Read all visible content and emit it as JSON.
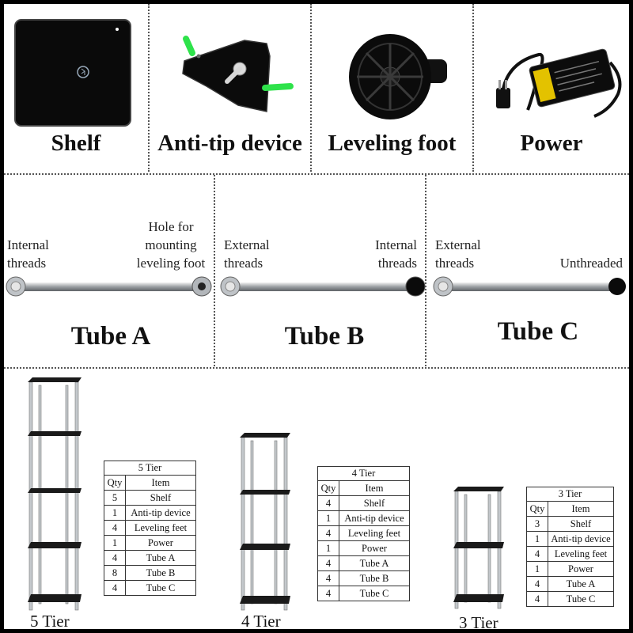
{
  "parts": [
    {
      "label": "Shelf",
      "icon": "shelf-panel-icon"
    },
    {
      "label": "Anti-tip device",
      "icon": "anti-tip-bracket-icon"
    },
    {
      "label": "Leveling foot",
      "icon": "leveling-foot-icon"
    },
    {
      "label": "Power",
      "icon": "power-adapter-icon"
    }
  ],
  "tubes": [
    {
      "title": "Tube A",
      "left_note": "Internal\nthreads",
      "right_note": "Hole for\nmounting\nleveling foot"
    },
    {
      "title": "Tube B",
      "left_note": "External\nthreads",
      "right_note": "Internal\nthreads"
    },
    {
      "title": "Tube C",
      "left_note": "External\nthreads",
      "right_note": "Unthreaded"
    }
  ],
  "tiers": [
    {
      "label": "5 Tier",
      "table_title": "5 Tier",
      "header": [
        "Qty",
        "Item"
      ],
      "rows": [
        [
          "5",
          "Shelf"
        ],
        [
          "1",
          "Anti-tip device"
        ],
        [
          "4",
          "Leveling feet"
        ],
        [
          "1",
          "Power"
        ],
        [
          "4",
          "Tube A"
        ],
        [
          "8",
          "Tube B"
        ],
        [
          "4",
          "Tube C"
        ]
      ]
    },
    {
      "label": "4 Tier",
      "table_title": "4 Tier",
      "header": [
        "Qty",
        "Item"
      ],
      "rows": [
        [
          "4",
          "Shelf"
        ],
        [
          "1",
          "Anti-tip device"
        ],
        [
          "4",
          "Leveling feet"
        ],
        [
          "1",
          "Power"
        ],
        [
          "4",
          "Tube A"
        ],
        [
          "4",
          "Tube B"
        ],
        [
          "4",
          "Tube C"
        ]
      ]
    },
    {
      "label": "3 Tier",
      "table_title": "3 Tier",
      "header": [
        "Qty",
        "Item"
      ],
      "rows": [
        [
          "3",
          "Shelf"
        ],
        [
          "1",
          "Anti-tip device"
        ],
        [
          "4",
          "Leveling feet"
        ],
        [
          "1",
          "Power"
        ],
        [
          "4",
          "Tube A"
        ],
        [
          "4",
          "Tube C"
        ]
      ]
    }
  ],
  "colors": {
    "accent_green": "#2ee24a",
    "panel_black": "#0a0a0a",
    "steel": "#bfc3c7"
  }
}
